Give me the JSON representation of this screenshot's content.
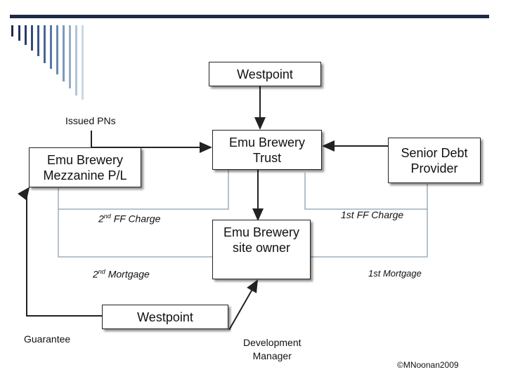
{
  "boxes": {
    "westpoint_top": "Westpoint",
    "trust": "Emu Brewery\nTrust",
    "mezzanine": "Emu Brewery\nMezzanine P/L",
    "senior_debt": "Senior Debt\nProvider",
    "site_owner": "Emu Brewery\nsite owner",
    "westpoint_bottom": "Westpoint"
  },
  "labels": {
    "issued_pns": "Issued PNs",
    "second_ff_num": "2",
    "second_ff_sup": "nd",
    "second_ff_rest": " FF Charge",
    "first_ff": "1st FF Charge",
    "second_mortgage_num": "2",
    "second_mortgage_sup": "nd",
    "second_mortgage_rest": " Mortgage",
    "first_mortgage": "1st Mortgage",
    "guarantee": "Guarantee",
    "development_manager": "Development\nManager",
    "copyright": "©MNoonan2009"
  },
  "colors": {
    "title_bar": "#1f2a44",
    "grey_lines": "#8aa0b0",
    "arrows": "#222222"
  }
}
